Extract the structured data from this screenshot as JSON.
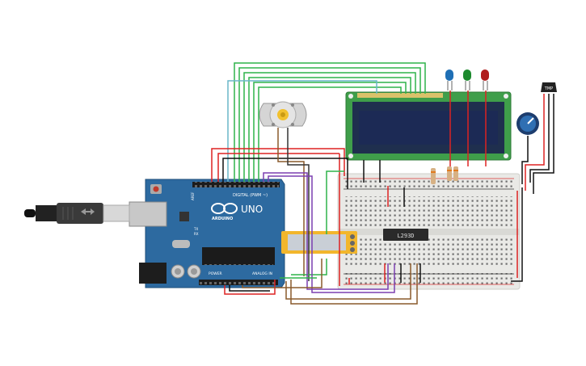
{
  "arduino": {
    "brand": "ARDUINO",
    "model": "UNO",
    "digital_label": "DIGITAL (PWM ~)",
    "power_label": "POWER",
    "analog_label": "ANALOG IN",
    "aref": "AREF",
    "tx": "TX",
    "rx": "RX",
    "board_color": "#2d6aa0"
  },
  "motor_driver": {
    "label": "L293D"
  },
  "temperature_sensor": {
    "label": "TMP"
  },
  "leds": [
    {
      "color": "#1f6fb5"
    },
    {
      "color": "#1d8a2e"
    },
    {
      "color": "#b01c1c"
    }
  ],
  "lcd": {
    "frame_color": "#3f9e4a",
    "screen_color": "#1c2a55"
  },
  "wire_colors": {
    "green": "#2fb34a",
    "red": "#d22",
    "black": "#111",
    "purple": "#7b3fb0",
    "brown": "#8a5a2b",
    "cyan": "#6ab7c9",
    "orange": "#e88a2a"
  }
}
